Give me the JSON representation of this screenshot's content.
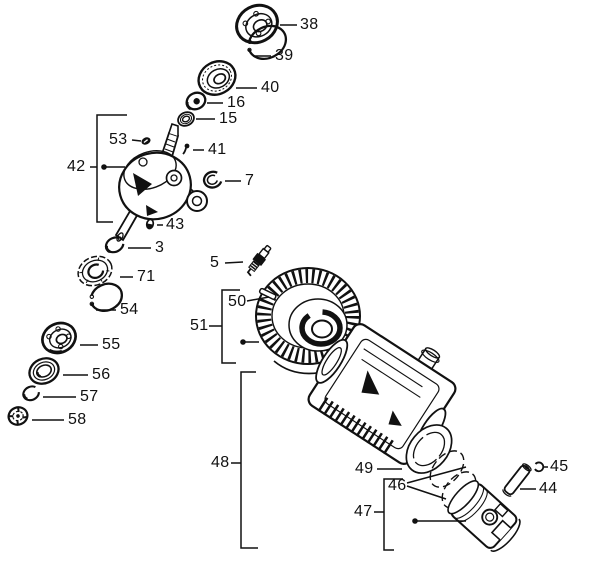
{
  "colors": {
    "ink": "#111111",
    "paper": "#ffffff"
  },
  "callouts": [
    {
      "id": "38",
      "label": "38"
    },
    {
      "id": "39",
      "label": "39"
    },
    {
      "id": "40",
      "label": "40"
    },
    {
      "id": "16",
      "label": "16"
    },
    {
      "id": "15",
      "label": "15"
    },
    {
      "id": "53",
      "label": "53"
    },
    {
      "id": "41",
      "label": "41"
    },
    {
      "id": "42",
      "label": "42"
    },
    {
      "id": "7",
      "label": "7"
    },
    {
      "id": "43",
      "label": "43"
    },
    {
      "id": "3",
      "label": "3"
    },
    {
      "id": "71",
      "label": "71"
    },
    {
      "id": "54",
      "label": "54"
    },
    {
      "id": "55",
      "label": "55"
    },
    {
      "id": "56",
      "label": "56"
    },
    {
      "id": "57",
      "label": "57"
    },
    {
      "id": "58",
      "label": "58"
    },
    {
      "id": "5",
      "label": "5"
    },
    {
      "id": "50",
      "label": "50"
    },
    {
      "id": "51",
      "label": "51"
    },
    {
      "id": "48",
      "label": "48"
    },
    {
      "id": "49",
      "label": "49"
    },
    {
      "id": "46",
      "label": "46"
    },
    {
      "id": "47",
      "label": "47"
    },
    {
      "id": "45",
      "label": "45"
    },
    {
      "id": "44",
      "label": "44"
    }
  ]
}
